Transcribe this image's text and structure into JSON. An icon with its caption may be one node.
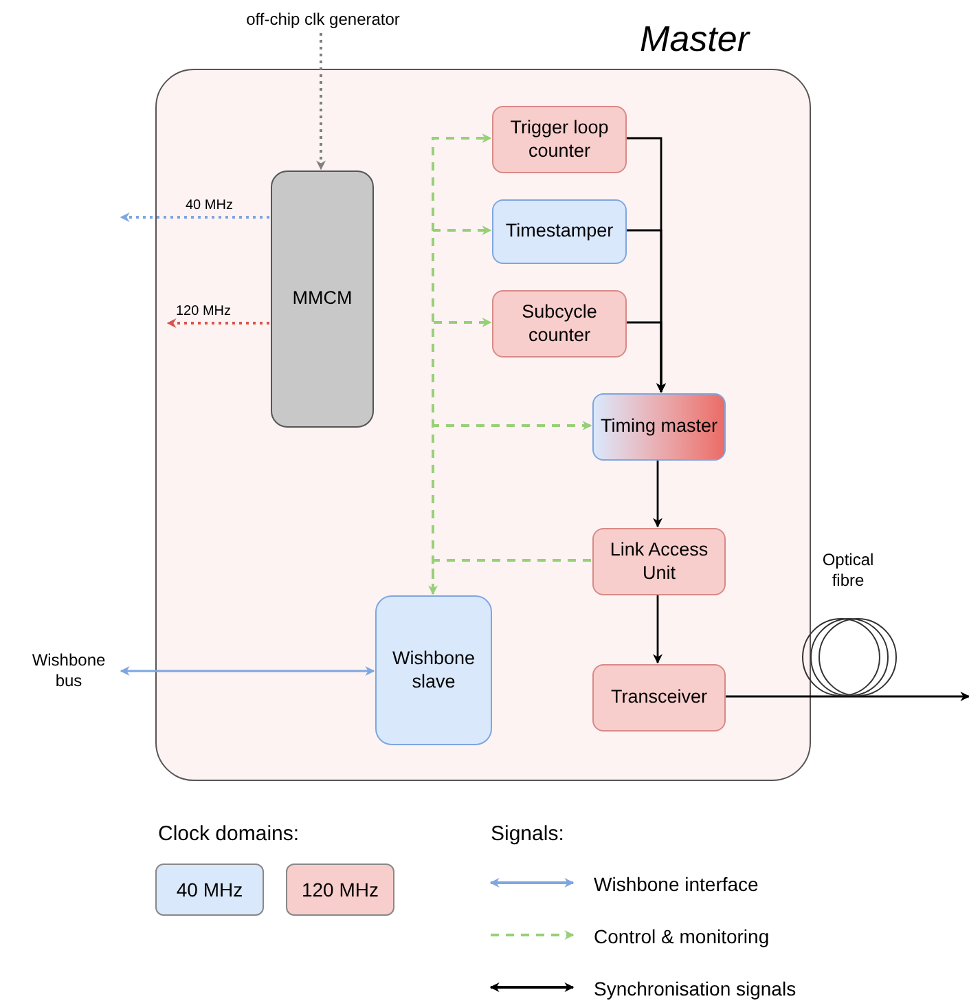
{
  "diagram": {
    "nodes": [
      {
        "text": [
          "Master"
        ]
      },
      {
        "text": [
          "off-chip clk generator"
        ]
      },
      {
        "text": [
          "MMCM"
        ],
        "in": 0
      },
      {
        "text": [
          "Trigger loop counter"
        ],
        "in": 0
      },
      {
        "text": [
          "Timestamper"
        ],
        "in": 0
      },
      {
        "text": [
          "Subcycle counter"
        ],
        "in": 0
      },
      {
        "text": [
          "Timing master"
        ],
        "in": 0
      },
      {
        "text": [
          "Link Access Unit"
        ],
        "in": 0
      },
      {
        "text": [
          "Wishbone slave"
        ],
        "in": 0
      },
      {
        "text": [
          "Transceiver"
        ],
        "in": 0
      },
      {
        "text": [
          "Wishbone bus"
        ]
      }
    ],
    "edges": [
      {
        "from": 1,
        "to": 2,
        "arrow": "to",
        "style": "dashed",
        "color": "#808080"
      },
      {
        "from": 2,
        "to": null,
        "arrow": "to",
        "label": "40 MHz",
        "style": "dashed",
        "color": "#7ea6e0"
      },
      {
        "from": 2,
        "to": null,
        "arrow": "to",
        "label": "120 MHz",
        "style": "dashed",
        "color": "#d9534f"
      },
      {
        "from": 3,
        "to": 6,
        "arrow": "to"
      },
      {
        "from": 4,
        "to": 6,
        "arrow": "to"
      },
      {
        "from": 5,
        "to": 6,
        "arrow": "to"
      },
      {
        "from": 6,
        "to": 7,
        "arrow": "to"
      },
      {
        "from": 7,
        "to": 9,
        "arrow": "to"
      },
      {
        "from": 9,
        "to": null,
        "arrow": "to"
      },
      {
        "from": 8,
        "to": 3,
        "arrow": "to",
        "style": "dashed",
        "color": "#97d077"
      },
      {
        "from": 8,
        "to": 4,
        "arrow": "to",
        "style": "dashed",
        "color": "#97d077"
      },
      {
        "from": 8,
        "to": 5,
        "arrow": "to",
        "style": "dashed",
        "color": "#97d077"
      },
      {
        "from": 8,
        "to": 6,
        "arrow": "to",
        "style": "dashed",
        "color": "#97d077"
      },
      {
        "from": 7,
        "to": 8,
        "arrow": "to",
        "style": "dashed",
        "color": "#97d077"
      },
      {
        "from": 10,
        "to": 8,
        "arrow": "both",
        "color": "#7ea6e0"
      }
    ],
    "labels": [
      "Optical fibre",
      "Clock domains:",
      "Signals:"
    ],
    "legend": [
      {
        "text": "40 MHz",
        "color": "#dae8fc"
      },
      {
        "text": "120 MHz",
        "color": "#f8cecc"
      },
      {
        "text": "Wishbone interface"
      },
      {
        "text": "Control & monitoring"
      },
      {
        "text": "Synchronisation signals"
      }
    ]
  }
}
